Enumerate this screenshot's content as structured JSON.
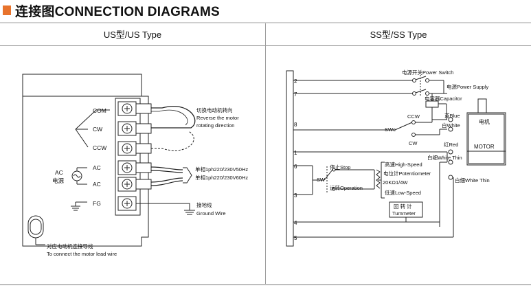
{
  "header": {
    "title": "连接图CONNECTION DIAGRAMS",
    "accent_color": "#e8732c"
  },
  "us_panel": {
    "title": "US型/US Type",
    "terminals": [
      "COM",
      "CW",
      "CCW",
      "AC",
      "AC",
      "FG"
    ],
    "ac_power_label": [
      "AC",
      "电源"
    ],
    "reverse_note": [
      "切换电动机转向",
      "Reverse the motor",
      "rotating direction"
    ],
    "supply_note": [
      "单相1ph220/230V50Hz",
      "单相1ph220/230V60Hz"
    ],
    "ground_note": [
      "接地线",
      "Ground Wire"
    ],
    "lead_note": [
      "对应电动机连接导线",
      "To connect the motor lead wire"
    ]
  },
  "ss_panel": {
    "title": "SS型/SS Type",
    "terminal_numbers": [
      "2",
      "7",
      "8",
      "1",
      "6",
      "3",
      "4",
      "5"
    ],
    "power_switch": "电源开关Power Switch",
    "power_supply": "电源Power Supply",
    "capacitor": "电容器Capacitor",
    "ccw": "CCW",
    "cw": "CW",
    "swc": "SWc",
    "blue": "蓝Blue",
    "white": "白White",
    "red": "红Red",
    "white_thin_1": "白细White Thin",
    "white_thin_2": "白细White Thin",
    "motor": [
      "电机",
      "MOTOR"
    ],
    "sw": "SW",
    "stop": "停止Stop",
    "operation": "运转Operation",
    "high_speed": "高速High-Speed",
    "potentiometer": "电位计Potentiometer",
    "pot_value": "20KΩ1/4W",
    "low_speed": "低速Low-Speed",
    "tachometer": [
      "回 转 计",
      "Tummeter"
    ]
  }
}
